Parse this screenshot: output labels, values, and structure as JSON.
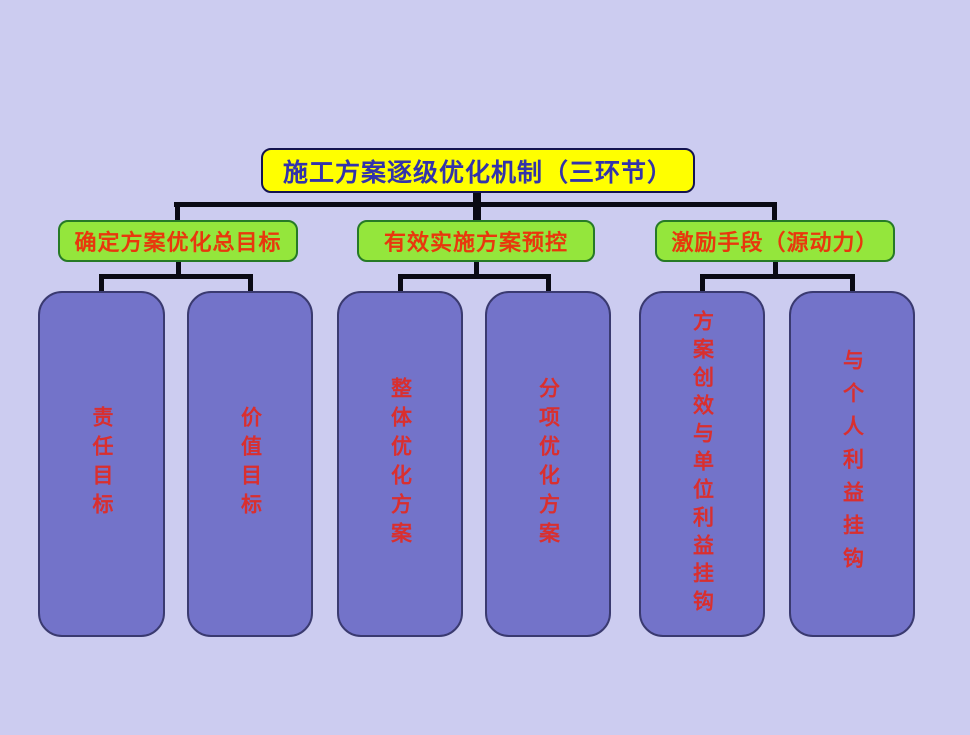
{
  "slide": {
    "root": {
      "label": "施工方案逐级优化机制（三环节）"
    },
    "branches": [
      {
        "label": "确定方案优化总目标",
        "children": [
          "责任目标",
          "价值目标"
        ]
      },
      {
        "label": "有效实施方案预控",
        "children": [
          "整体优化方案",
          "分项优化方案"
        ]
      },
      {
        "label": "激励手段（源动力）",
        "children": [
          "方案创效与单位利益挂钩",
          "与个人利益挂钩"
        ]
      }
    ],
    "palette": {
      "background": "#ccccf0",
      "root_fill": "#ffff00",
      "root_border": "#141450",
      "root_text": "#3333aa",
      "branch_fill": "#94e63c",
      "branch_border": "#267a26",
      "branch_text": "#e8380d",
      "leaf_fill": "#7373c9",
      "leaf_border": "#3a3a70",
      "leaf_text": "#d92f2f",
      "connector": "#0a0a14"
    }
  }
}
